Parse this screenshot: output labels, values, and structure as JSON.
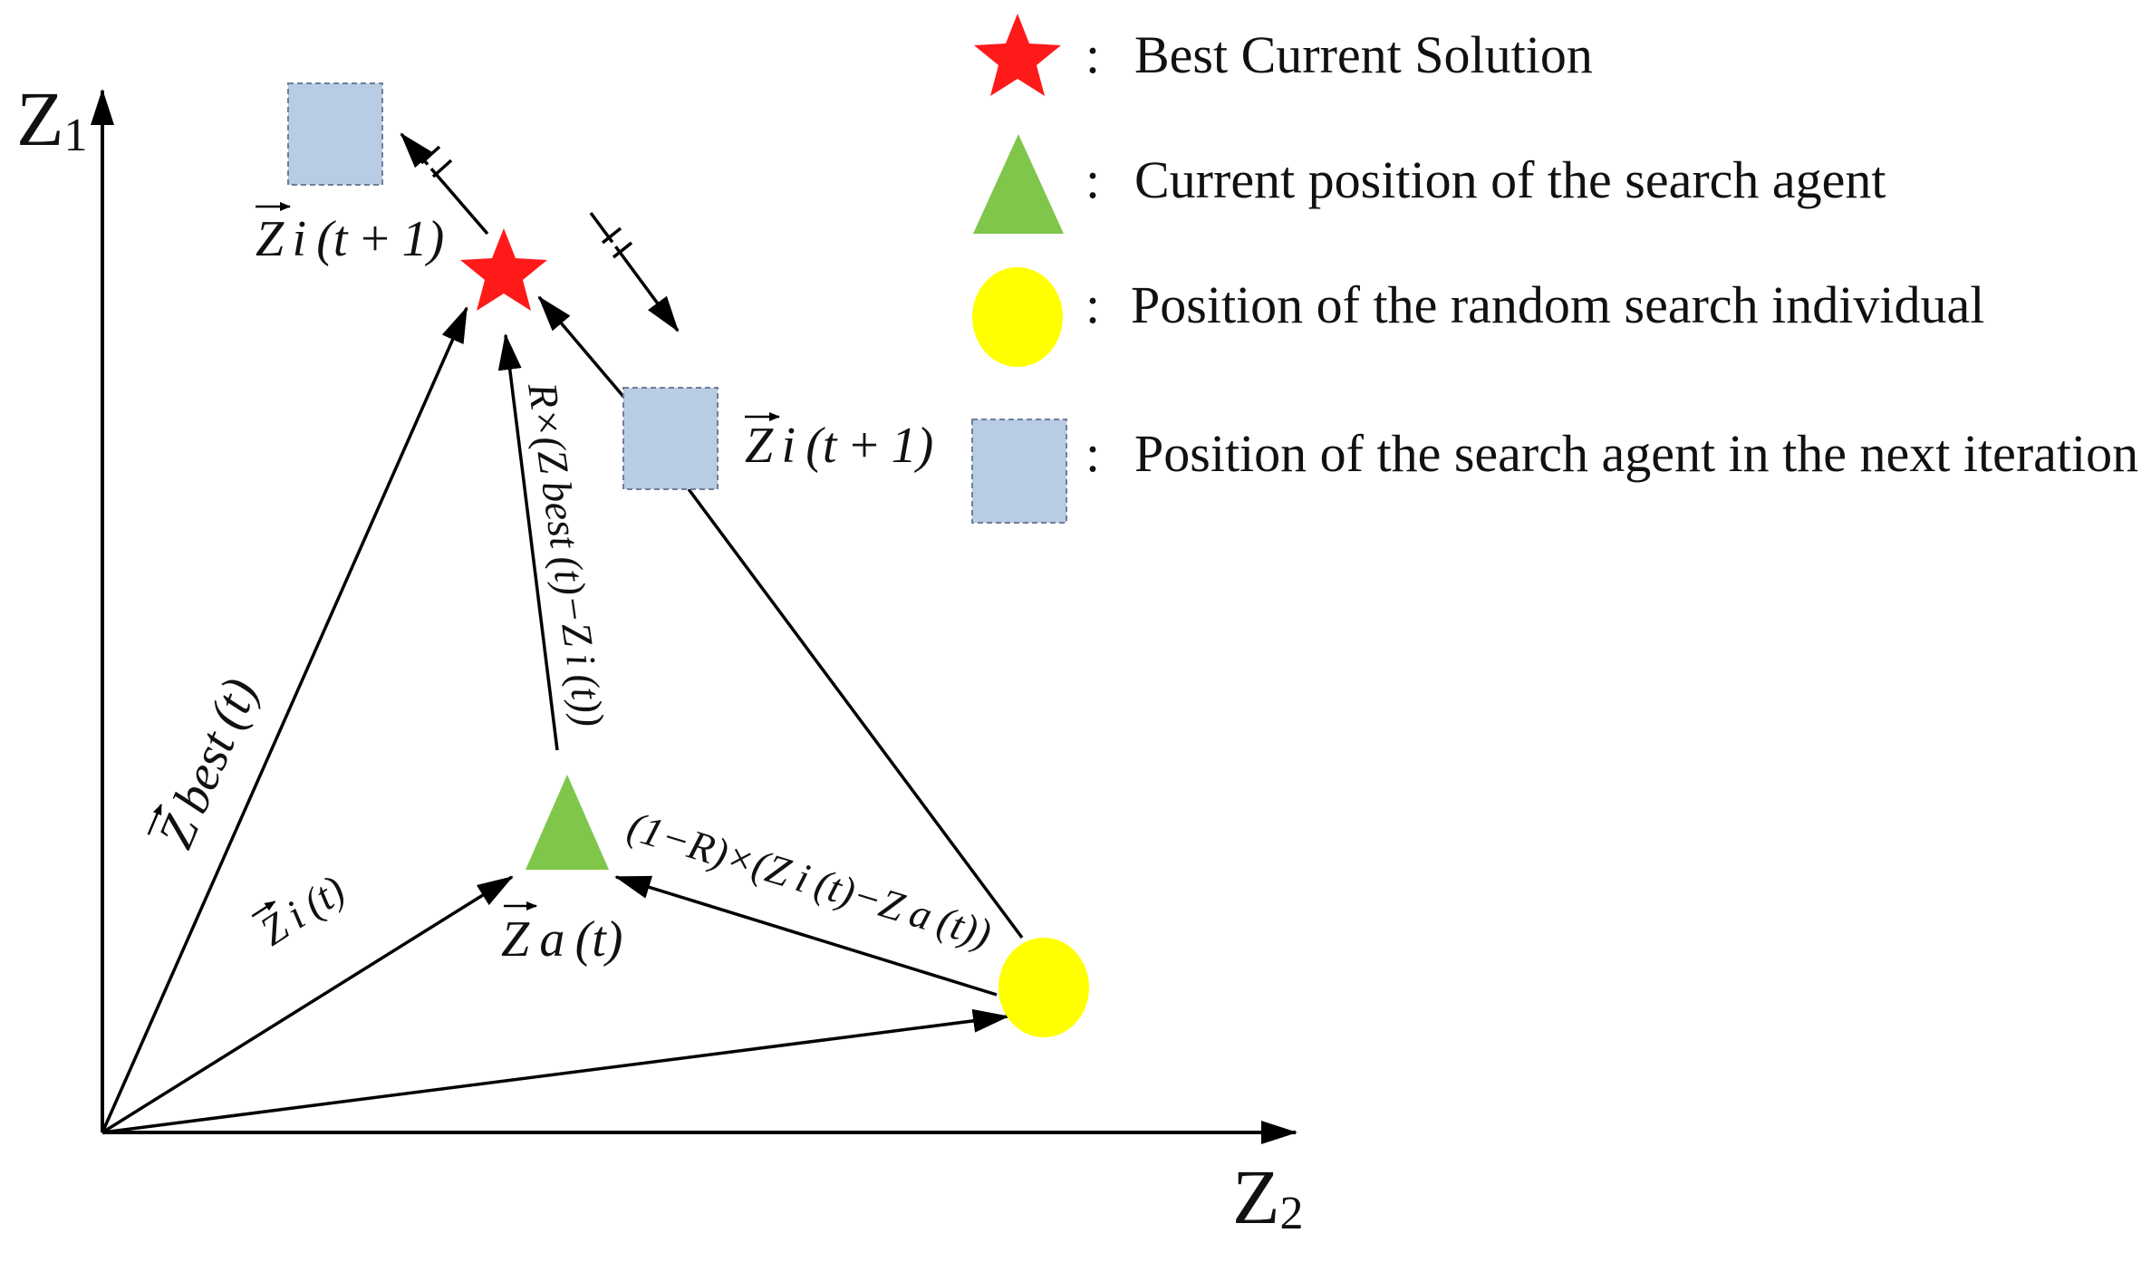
{
  "axes": {
    "y_label_base": "Z",
    "y_label_sub": "1",
    "x_label_base": "Z",
    "x_label_sub": "2"
  },
  "legend": {
    "separator": ":",
    "items": [
      {
        "icon": "red-star-icon",
        "color": "#ff1a1a",
        "label": "Best Current Solution"
      },
      {
        "icon": "green-triangle-icon",
        "color": "#7fc64a",
        "label": "Current position of the search agent"
      },
      {
        "icon": "yellow-circle-icon",
        "color": "#ffff00",
        "label": "Position of the random search individual"
      },
      {
        "icon": "blue-square-icon",
        "color": "#b8cce4",
        "label": "Position of the search agent in the next iteration"
      }
    ]
  },
  "labels": {
    "zi_next_upper": "Z i (t + 1)",
    "zi_next_right": "Z i (t + 1)",
    "z_best": "Z best (t)",
    "z_i": "Z i (t)",
    "z_a": "Z a (t)",
    "r_term": "R×(Z best (t)−Z i (t))",
    "one_minus_r_term": "(1−R)×(Z i (t)−Z a (t))"
  }
}
